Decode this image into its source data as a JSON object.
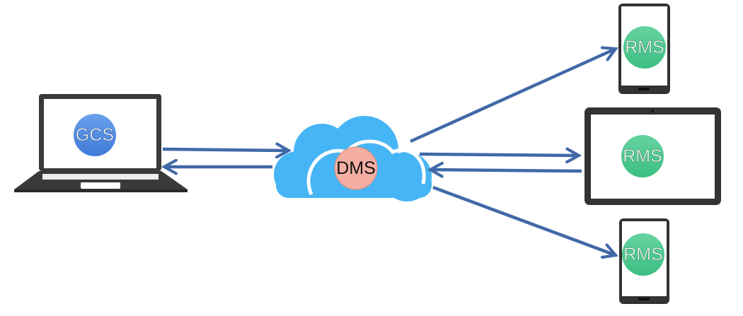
{
  "nodes": {
    "gcs": {
      "label": "GCS",
      "color": "#4f86dc"
    },
    "dms": {
      "label": "DMS",
      "color": "#f4aea2"
    },
    "rms_phone_top": {
      "label": "RMS",
      "color": "#47c48a"
    },
    "rms_tablet": {
      "label": "RMS",
      "color": "#47c48a"
    },
    "rms_phone_bottom": {
      "label": "RMS",
      "color": "#47c48a"
    }
  },
  "colors": {
    "arrow": "#4169a8",
    "cloud": "#45b5f5",
    "device": "#333333"
  }
}
